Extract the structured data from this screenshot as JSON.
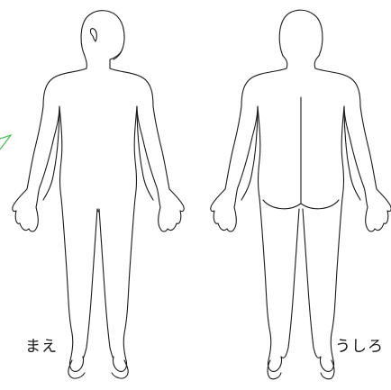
{
  "labels": {
    "front": "まえ",
    "back": "うしろ"
  },
  "colors": {
    "outline": "#1a1a1a",
    "pointer": "#43c04f",
    "background": "#ffffff"
  },
  "views": [
    "front",
    "back"
  ]
}
